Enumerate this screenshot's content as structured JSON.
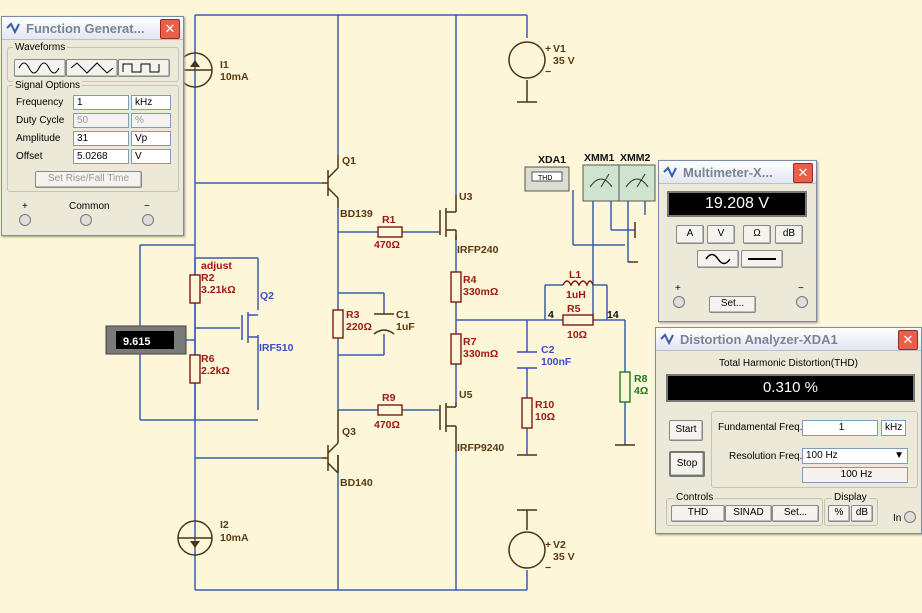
{
  "schematic": {
    "I1": {
      "name": "I1",
      "value": "10mA"
    },
    "I2": {
      "name": "I2",
      "value": "10mA"
    },
    "V1": {
      "name": "V1",
      "value": "35 V",
      "plus": "+",
      "minus": "−"
    },
    "V2": {
      "name": "V2",
      "value": "35 V",
      "plus": "+",
      "minus": "−"
    },
    "Q1": {
      "name": "Q1",
      "part": "BD139"
    },
    "Q3": {
      "name": "Q3",
      "part": "BD140"
    },
    "Q2": {
      "name": "Q2",
      "part": "IRF510"
    },
    "U3": {
      "name": "U3",
      "part": "IRFP240"
    },
    "U5": {
      "name": "U5",
      "part": "IRFP9240"
    },
    "R1": {
      "name": "R1",
      "value": "470Ω"
    },
    "R2": {
      "name": "R2",
      "value": "3.21kΩ",
      "note": "adjust"
    },
    "R3": {
      "name": "R3",
      "value": "220Ω"
    },
    "R4": {
      "name": "R4",
      "value": "330mΩ"
    },
    "R5": {
      "name": "R5",
      "value": "10Ω"
    },
    "R6": {
      "name": "R6",
      "value": "2.2kΩ"
    },
    "R7": {
      "name": "R7",
      "value": "330mΩ"
    },
    "R8": {
      "name": "R8",
      "value": "4Ω"
    },
    "R9": {
      "name": "R9",
      "value": "470Ω"
    },
    "R10": {
      "name": "R10",
      "value": "10Ω"
    },
    "C1": {
      "name": "C1",
      "value": "1uF"
    },
    "C2": {
      "name": "C2",
      "value": "100nF"
    },
    "L1": {
      "name": "L1",
      "value": "1uH"
    },
    "node4": "4",
    "node14": "14",
    "probe_value": "9.615",
    "instruments": {
      "xda1": "XDA1",
      "xmm1": "XMM1",
      "xmm2": "XMM2",
      "thd": "THD"
    }
  },
  "function_generator": {
    "title": "Function Generat...",
    "waveforms_label": "Waveforms",
    "signal_options_label": "Signal Options",
    "rows": [
      {
        "label": "Frequency",
        "value": "1",
        "unit": "kHz",
        "disabled": false
      },
      {
        "label": "Duty Cycle",
        "value": "50",
        "unit": "%",
        "disabled": true
      },
      {
        "label": "Amplitude",
        "value": "31",
        "unit": "Vp",
        "disabled": false
      },
      {
        "label": "Offset",
        "value": "5.0268",
        "unit": "V",
        "disabled": false
      }
    ],
    "set_rise_fall": "Set Rise/Fall Time",
    "plus": "+",
    "common": "Common",
    "minus": "−"
  },
  "multimeter": {
    "title": "Multimeter-X...",
    "reading": "19.208 V",
    "modes": [
      "A",
      "V",
      "Ω",
      "dB"
    ],
    "set_label": "Set...",
    "plus": "+",
    "minus": "−"
  },
  "distortion": {
    "title": "Distortion Analyzer-XDA1",
    "header": "Total Harmonic Distortion(THD)",
    "reading": "0.310 %",
    "start": "Start",
    "stop": "Stop",
    "fund_label": "Fundamental Freq.",
    "fund_value": "1",
    "fund_unit": "kHz",
    "res_label": "Resolution Freq.",
    "res_value": "100 Hz",
    "res_display": "100 Hz",
    "controls_label": "Controls",
    "display_label": "Display",
    "thd_btn": "THD",
    "sinad_btn": "SINAD",
    "set_btn": "Set...",
    "pct_btn": "%",
    "db_btn": "dB",
    "in_label": "In"
  }
}
